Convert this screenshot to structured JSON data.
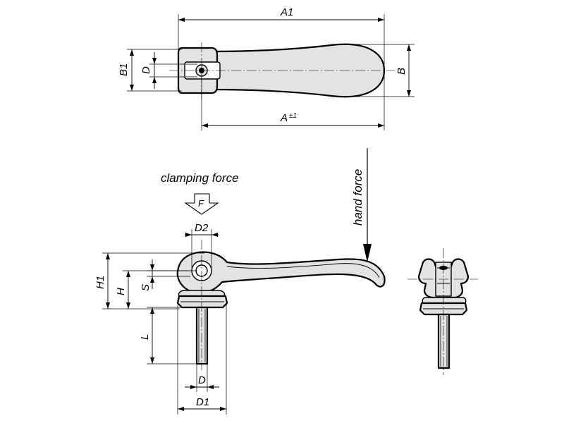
{
  "labels": {
    "A1": "A1",
    "B1": "B1",
    "D_top": "D",
    "B": "B",
    "A": "A",
    "A_tol": "±1",
    "clamping_force": "clamping force",
    "F": "F",
    "hand_force": "hand force",
    "D2": "D2",
    "H1": "H1",
    "H": "H",
    "S": "S",
    "L": "L",
    "D_bottom": "D",
    "D1": "D1"
  },
  "colors": {
    "part_fill": "#e3e3e3",
    "line": "#000000",
    "background": "#ffffff"
  }
}
